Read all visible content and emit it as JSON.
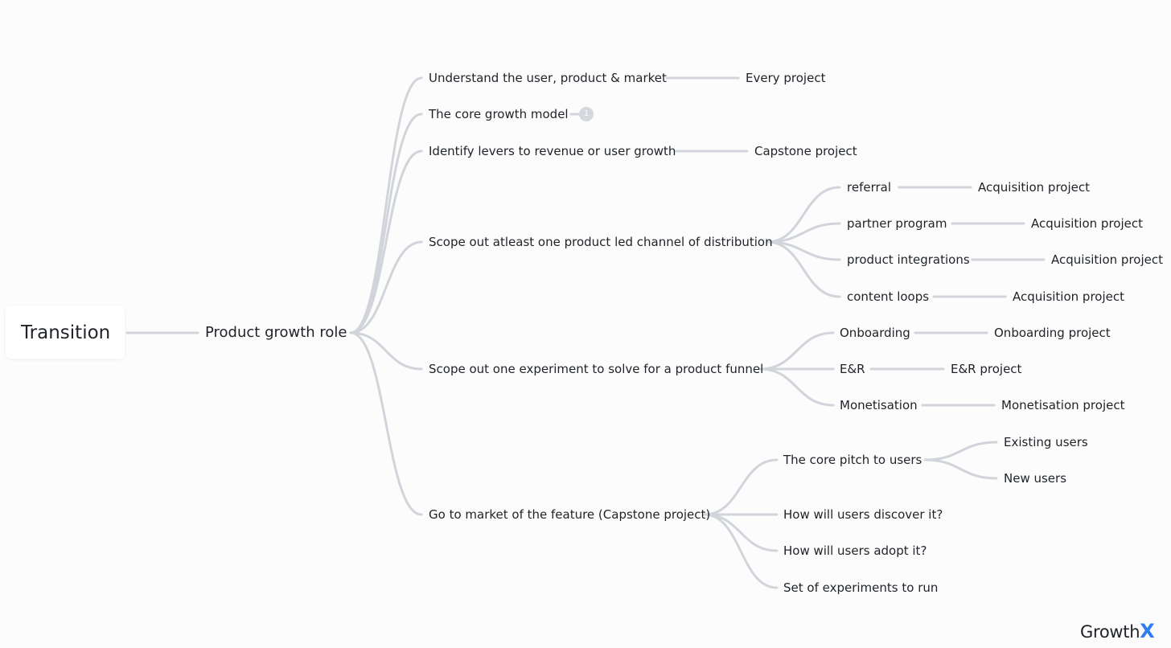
{
  "root": {
    "label": "Transition"
  },
  "level1": {
    "label": "Product growth role"
  },
  "branches": [
    {
      "label": "Understand the user, product & market",
      "leaf": "Every project"
    },
    {
      "label": "The core growth model",
      "badge": "1"
    },
    {
      "label": "Identify levers to revenue or user growth",
      "leaf": "Capstone project"
    },
    {
      "label": "Scope out atleast one product led channel of distribution",
      "children": [
        {
          "label": "referral",
          "leaf": "Acquisition project"
        },
        {
          "label": "partner program",
          "leaf": "Acquisition project"
        },
        {
          "label": "product integrations",
          "leaf": "Acquisition project"
        },
        {
          "label": "content loops",
          "leaf": "Acquisition project"
        }
      ]
    },
    {
      "label": "Scope out one experiment to solve for a product funnel",
      "children": [
        {
          "label": "Onboarding",
          "leaf": "Onboarding project"
        },
        {
          "label": "E&R",
          "leaf": "E&R project"
        },
        {
          "label": "Monetisation",
          "leaf": "Monetisation project"
        }
      ]
    },
    {
      "label": "Go to market of the feature (Capstone project)",
      "children": [
        {
          "label": "The core pitch to users",
          "children": [
            {
              "label": "Existing users"
            },
            {
              "label": "New users"
            }
          ]
        },
        {
          "label": "How will users discover it?"
        },
        {
          "label": "How will users adopt it?"
        },
        {
          "label": "Set of experiments to run"
        }
      ]
    }
  ],
  "brand": {
    "name": "Growth",
    "mark": "X",
    "mark_color": "#2f7cf6"
  },
  "connector_color": "#d1d5db"
}
